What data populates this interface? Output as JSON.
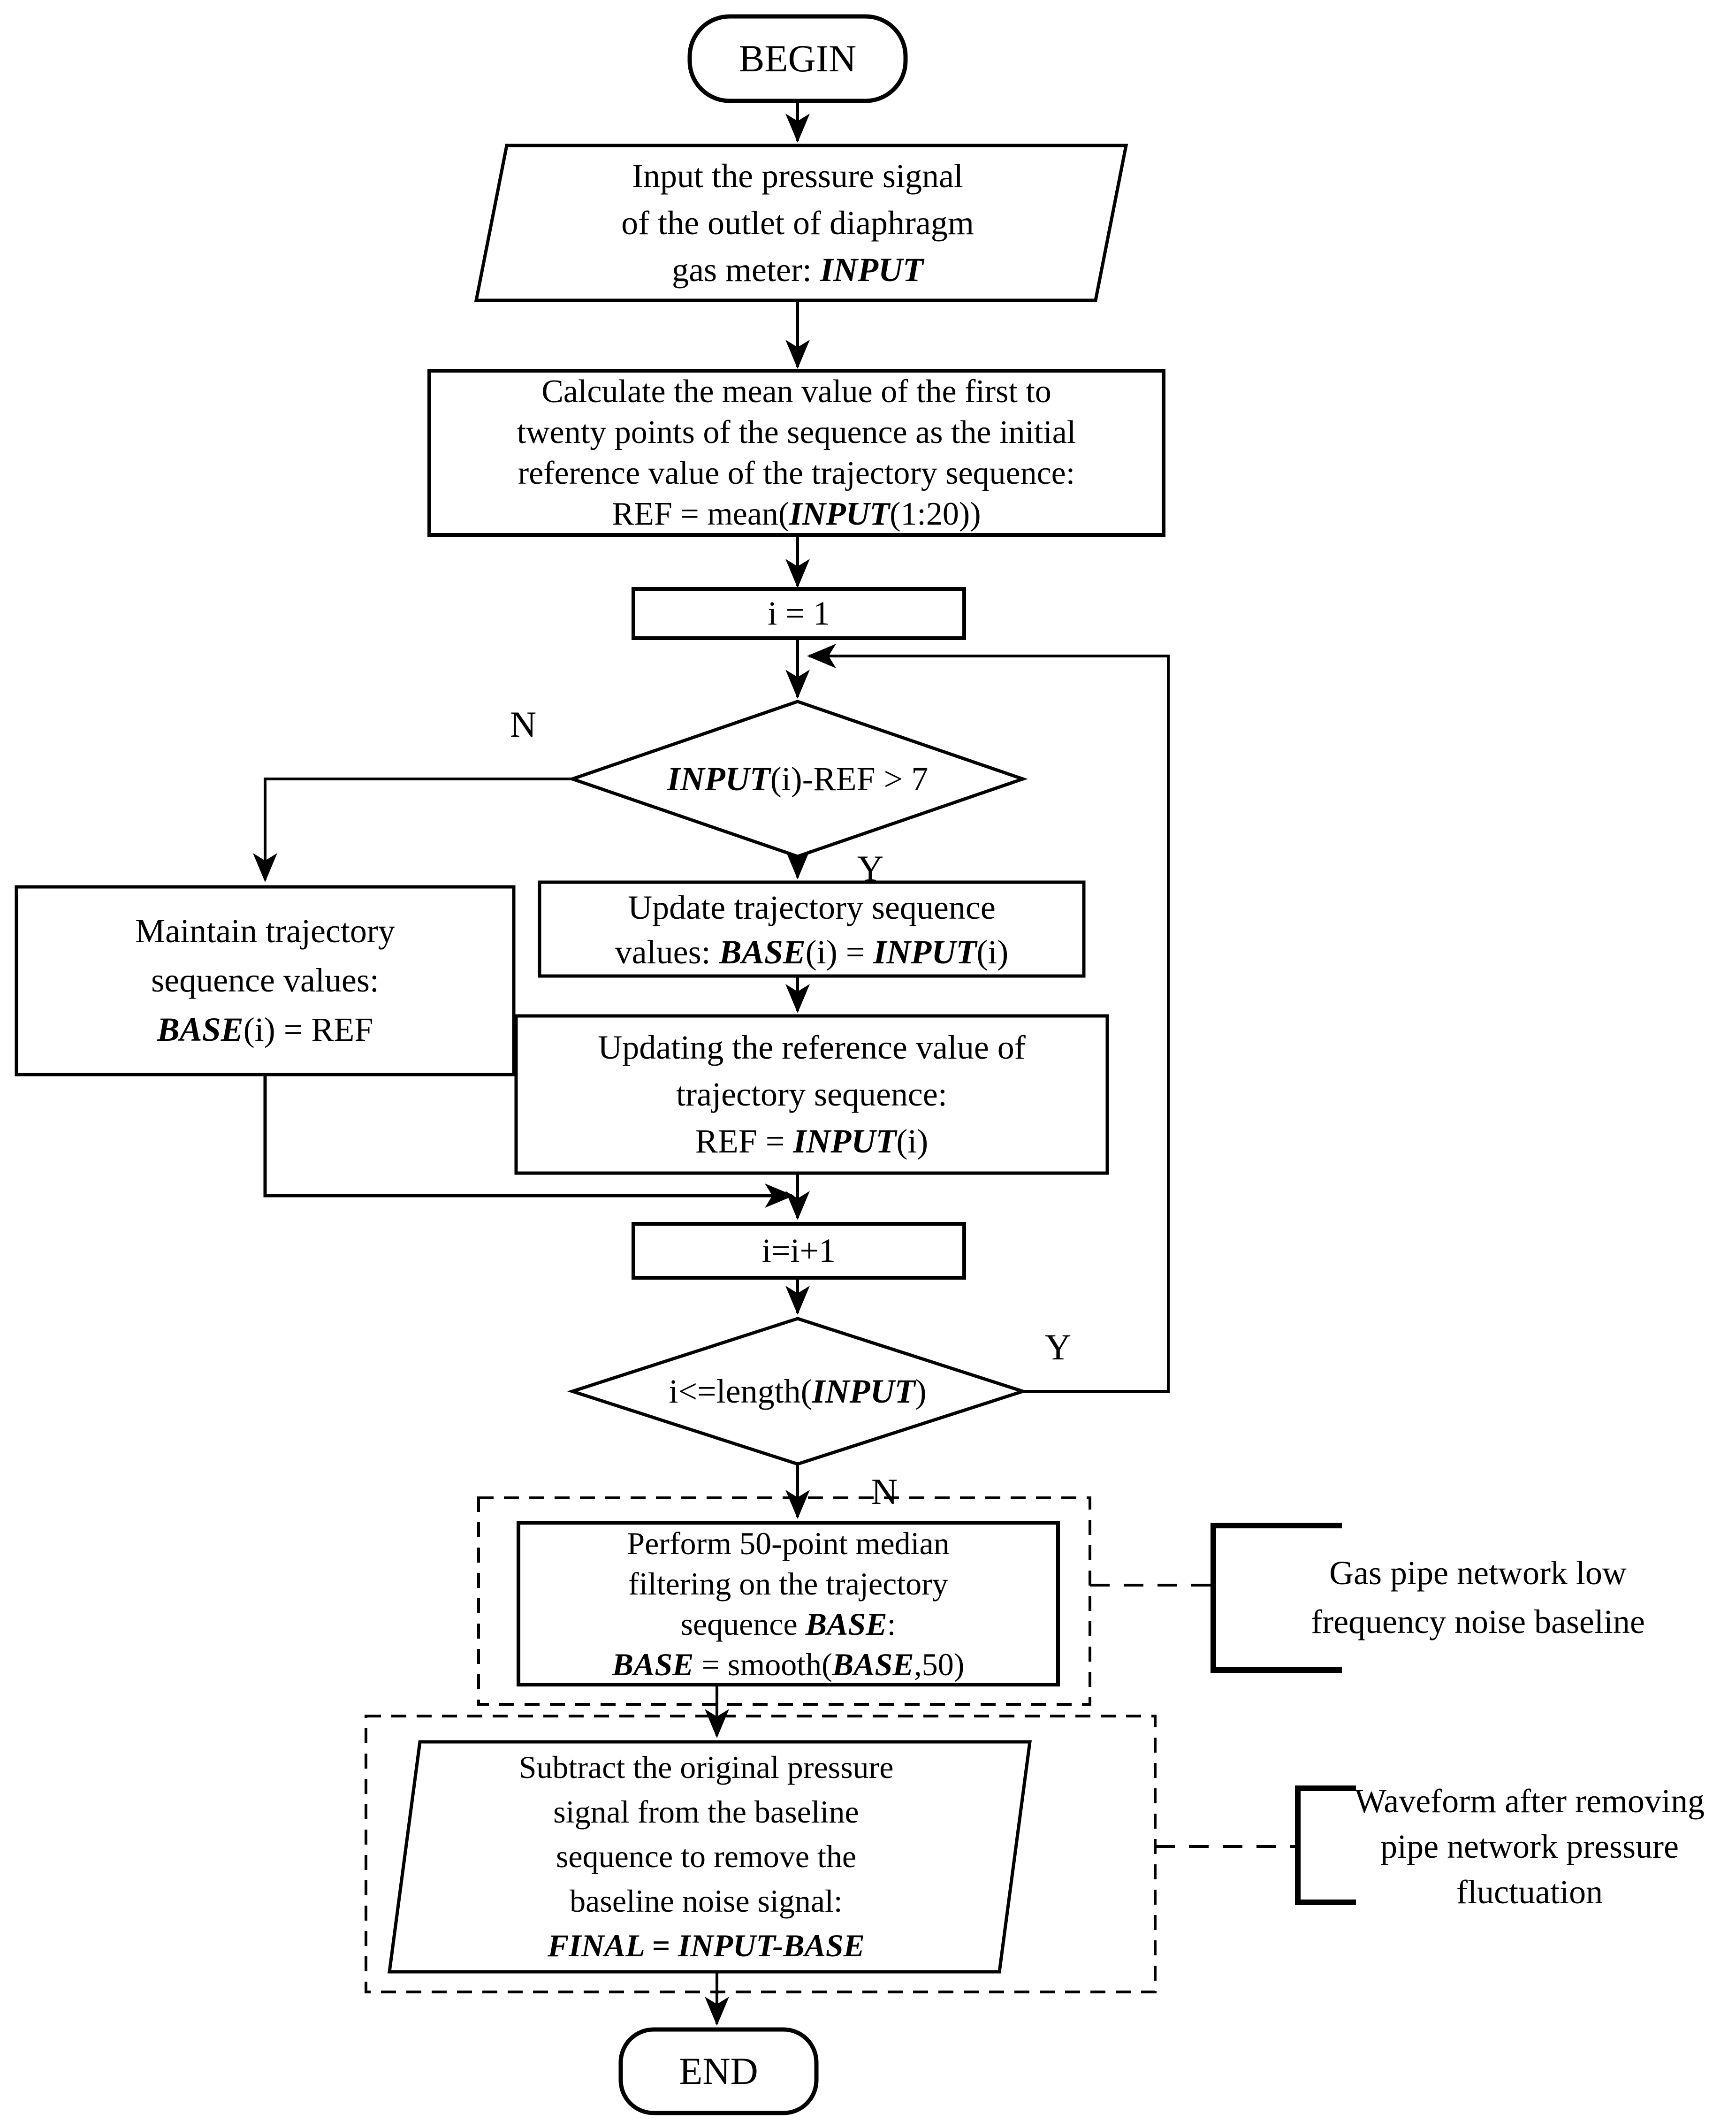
{
  "diagram": {
    "type": "flowchart",
    "colors": {
      "stroke": "#000000",
      "background": "#ffffff",
      "text": "#000000"
    },
    "terminals": {
      "begin": "BEGIN",
      "end": "END"
    },
    "branch_labels": {
      "decision1_no": "N",
      "decision1_yes": "Y",
      "decision2_yes": "Y",
      "decision2_no": "N"
    },
    "nodes": {
      "input_signal": {
        "shape": "parallelogram",
        "lines": [
          [
            {
              "t": "Input the pressure signal"
            }
          ],
          [
            {
              "t": "of the outlet of diaphragm"
            }
          ],
          [
            {
              "t": "gas meter: "
            },
            {
              "t": "INPUT",
              "v": true
            }
          ]
        ]
      },
      "calc_ref": {
        "shape": "rect",
        "lines": [
          [
            {
              "t": "Calculate the mean value of the first to"
            }
          ],
          [
            {
              "t": "twenty points of the sequence as the initial"
            }
          ],
          [
            {
              "t": "reference value of the trajectory sequence:"
            }
          ],
          [
            {
              "t": "REF = mean("
            },
            {
              "t": "INPUT",
              "v": true
            },
            {
              "t": "(1:20))"
            }
          ]
        ]
      },
      "init_i": {
        "shape": "rect",
        "lines": [
          [
            {
              "t": "i = 1"
            }
          ]
        ]
      },
      "decision_threshold": {
        "shape": "diamond",
        "lines": [
          [
            {
              "t": "INPUT",
              "v": true
            },
            {
              "t": "(i)-REF > 7"
            }
          ]
        ]
      },
      "maintain_values": {
        "shape": "rect",
        "lines": [
          [
            {
              "t": "Maintain trajectory"
            }
          ],
          [
            {
              "t": "sequence values:"
            }
          ],
          [
            {
              "t": "BASE",
              "v": true
            },
            {
              "t": "(i) = REF"
            }
          ]
        ]
      },
      "update_values": {
        "shape": "rect",
        "lines": [
          [
            {
              "t": "Update trajectory sequence"
            }
          ],
          [
            {
              "t": "values: "
            },
            {
              "t": "BASE",
              "v": true
            },
            {
              "t": "(i) = "
            },
            {
              "t": "INPUT",
              "v": true
            },
            {
              "t": "(i)"
            }
          ]
        ]
      },
      "update_ref": {
        "shape": "rect",
        "lines": [
          [
            {
              "t": "Updating the reference value of"
            }
          ],
          [
            {
              "t": "trajectory sequence:"
            }
          ],
          [
            {
              "t": "REF = "
            },
            {
              "t": "INPUT",
              "v": true
            },
            {
              "t": "(i)"
            }
          ]
        ]
      },
      "increment_i": {
        "shape": "rect",
        "lines": [
          [
            {
              "t": "i=i+1"
            }
          ]
        ]
      },
      "decision_length": {
        "shape": "diamond",
        "lines": [
          [
            {
              "t": "i<=length("
            },
            {
              "t": "INPUT",
              "v": true
            },
            {
              "t": ")"
            }
          ]
        ]
      },
      "median_filter": {
        "shape": "rect",
        "lines": [
          [
            {
              "t": "Perform 50-point median"
            }
          ],
          [
            {
              "t": "filtering on the trajectory"
            }
          ],
          [
            {
              "t": "sequence "
            },
            {
              "t": "BASE",
              "v": true
            },
            {
              "t": ":"
            }
          ],
          [
            {
              "t": "BASE",
              "v": true
            },
            {
              "t": " = smooth("
            },
            {
              "t": "BASE",
              "v": true
            },
            {
              "t": ",50)"
            }
          ]
        ]
      },
      "subtract_baseline": {
        "shape": "parallelogram",
        "lines": [
          [
            {
              "t": "Subtract the original pressure"
            }
          ],
          [
            {
              "t": "signal from the baseline"
            }
          ],
          [
            {
              "t": "sequence to remove the"
            }
          ],
          [
            {
              "t": "baseline noise signal:"
            }
          ],
          [
            {
              "t": "FINAL = INPUT-BASE",
              "v": true
            }
          ]
        ]
      }
    },
    "annotations": {
      "baseline_note": {
        "lines": [
          [
            {
              "t": "Gas pipe network low"
            }
          ],
          [
            {
              "t": "frequency noise baseline"
            }
          ]
        ]
      },
      "waveform_note": {
        "lines": [
          [
            {
              "t": "Waveform after removing"
            }
          ],
          [
            {
              "t": "pipe network pressure"
            }
          ],
          [
            {
              "t": "fluctuation"
            }
          ]
        ]
      }
    }
  }
}
